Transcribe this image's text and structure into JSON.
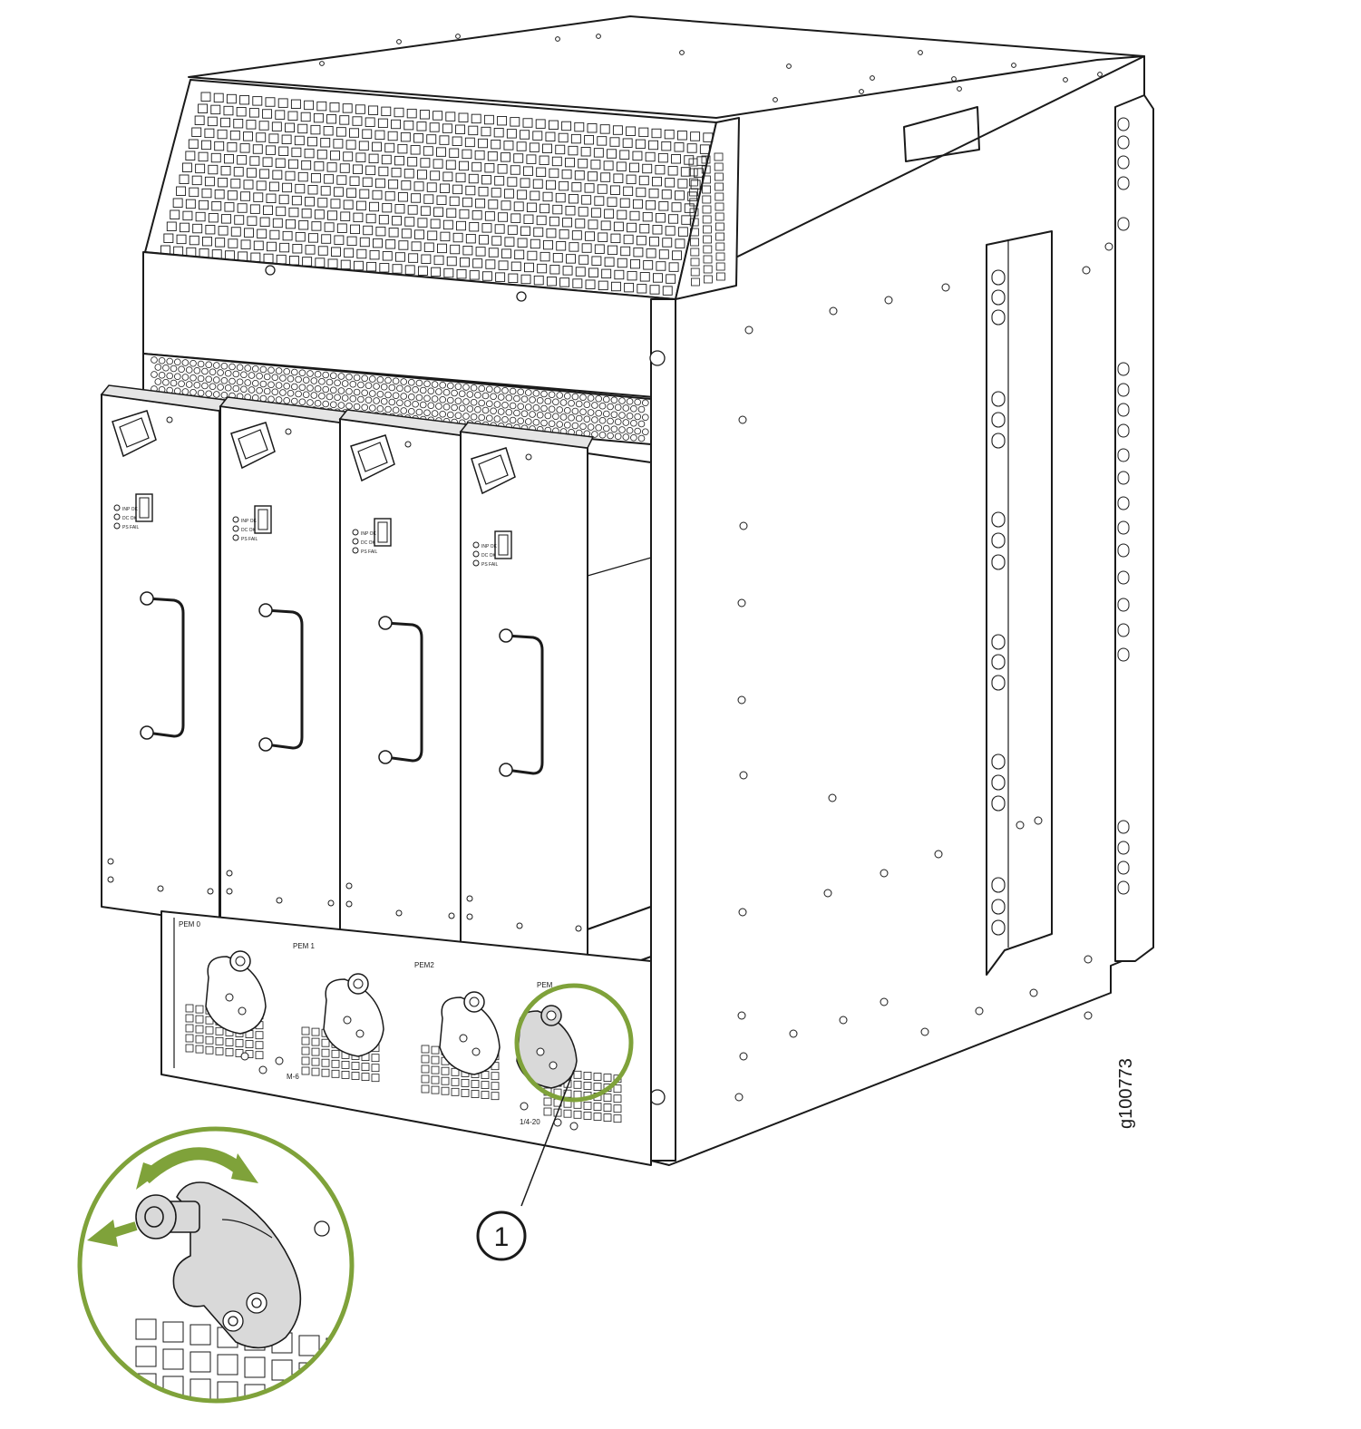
{
  "figure_id": "g100773",
  "callouts": [
    {
      "number": "1"
    }
  ],
  "pem_labels": [
    "PEM 0",
    "PEM 1",
    "PEM2",
    "PEM"
  ],
  "psu_led_labels": [
    "INP OK",
    "DC OK",
    "PS FAIL"
  ],
  "panel_marks": {
    "left": "M-6",
    "right": "1/4-20"
  },
  "colors": {
    "highlight": "#7fa23a",
    "stroke": "#1a1a1a",
    "part_fill": "#d9d9d9"
  }
}
